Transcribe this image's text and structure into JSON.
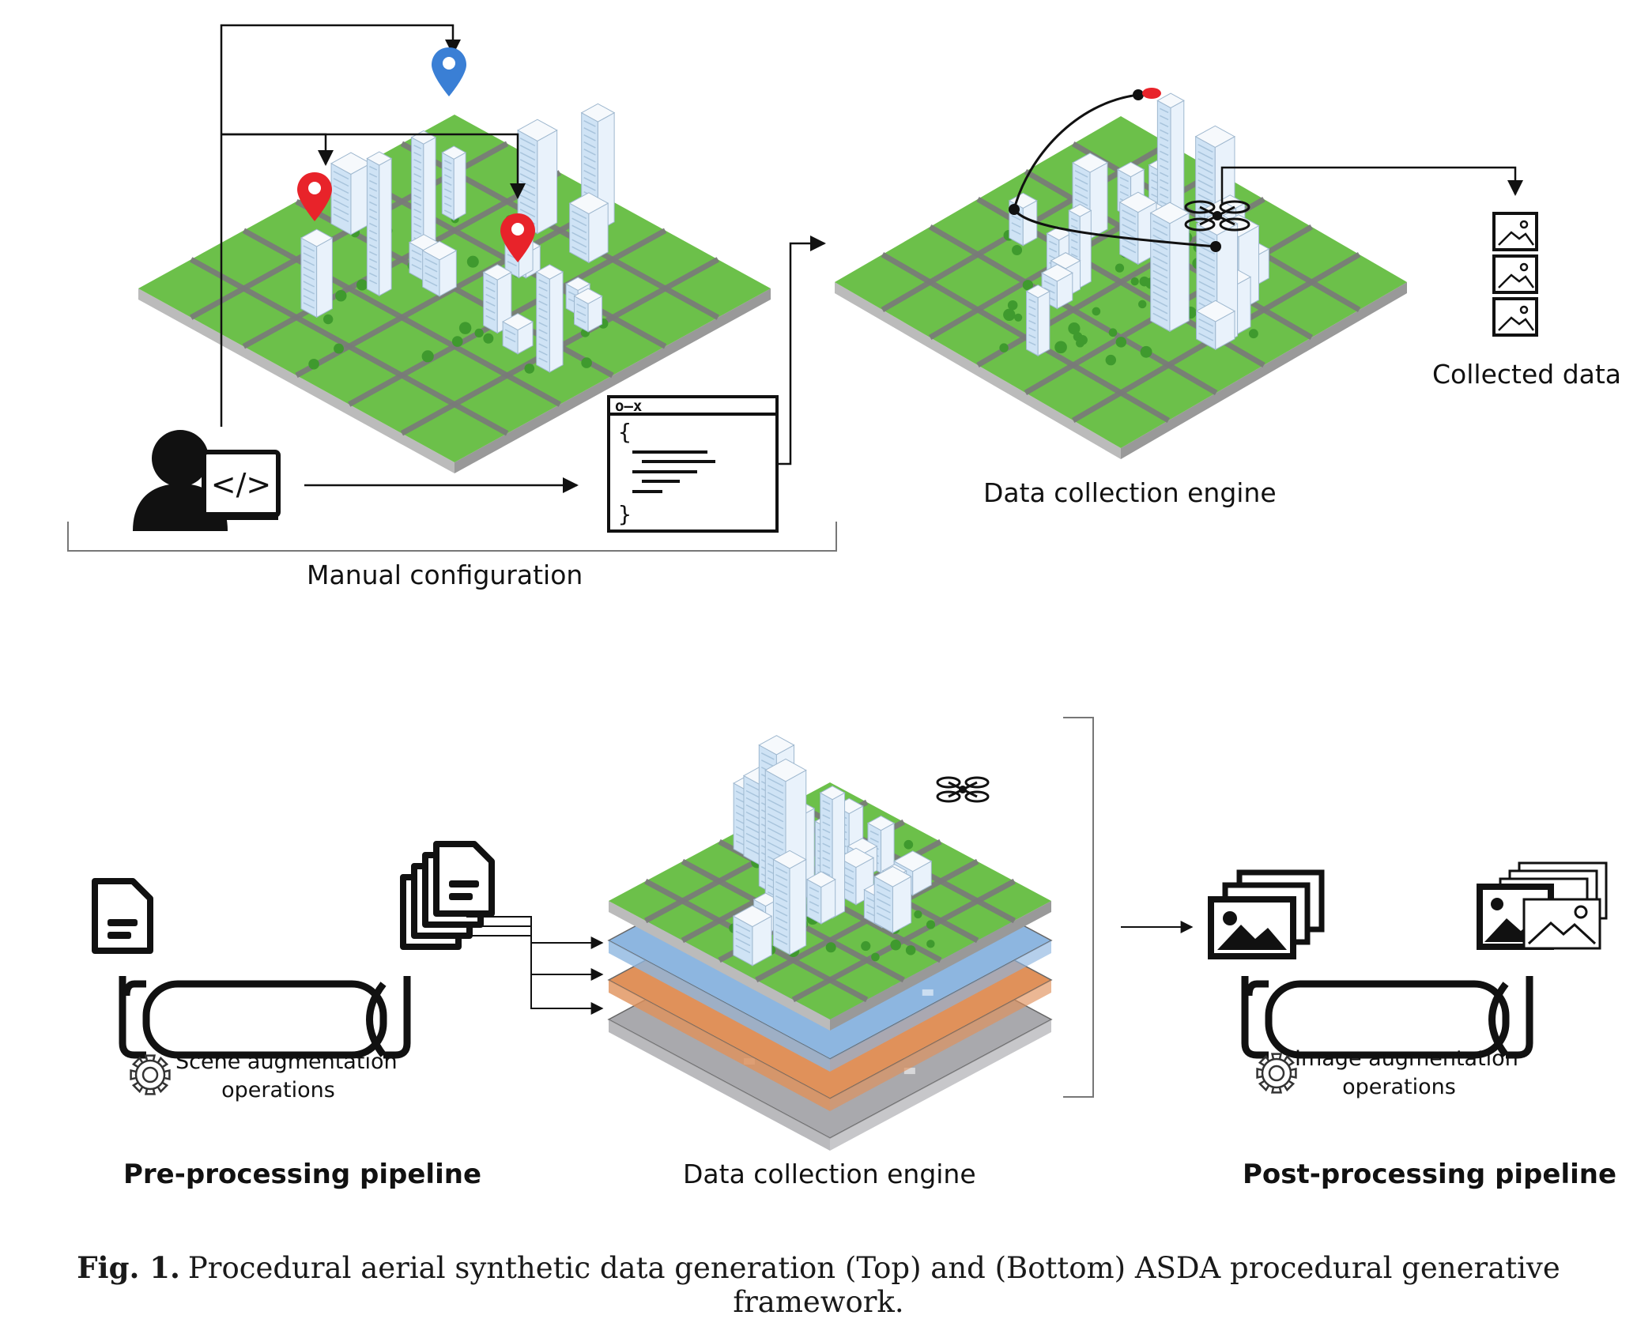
{
  "top": {
    "manual_configuration": "Manual configuration",
    "data_collection_engine": "Data collection engine",
    "collected_data": "Collected data",
    "code_window_titlebar": "o–x",
    "code_open_brace": "{",
    "code_close_brace": "}",
    "screen_glyph": "</>",
    "icons": [
      "developer-icon",
      "code-window-icon",
      "city-scene-icon",
      "map-pin-icon",
      "drone-icon",
      "image-file-icon"
    ]
  },
  "bottom": {
    "pre_processing_pipeline": "Pre-processing pipeline",
    "scene_augmentation_line1": "Scene augmentation",
    "scene_augmentation_line2": "operations",
    "data_collection_engine": "Data collection engine",
    "post_processing_pipeline": "Post-processing pipeline",
    "image_augmentation_line1": "Image augmentation",
    "image_augmentation_line2": "operations",
    "icons": [
      "document-icon",
      "document-stack-icon",
      "pipe-icon",
      "gear-icon",
      "layered-city-icon",
      "drone-icon",
      "image-stack-icon"
    ]
  },
  "caption": {
    "label": "Fig. 1.",
    "text": "Procedural aerial synthetic data generation (Top) and (Bottom) ASDA procedural generative framework."
  },
  "colors": {
    "grass": "#6cc04a",
    "building": "#cfe3f5",
    "road": "#7a7a7a",
    "pin_red": "#e8232a",
    "pin_blue": "#3a7fd5",
    "layer_blue": "#8db6e0",
    "layer_orange": "#e0915a",
    "layer_gray": "#a9a9ad"
  }
}
